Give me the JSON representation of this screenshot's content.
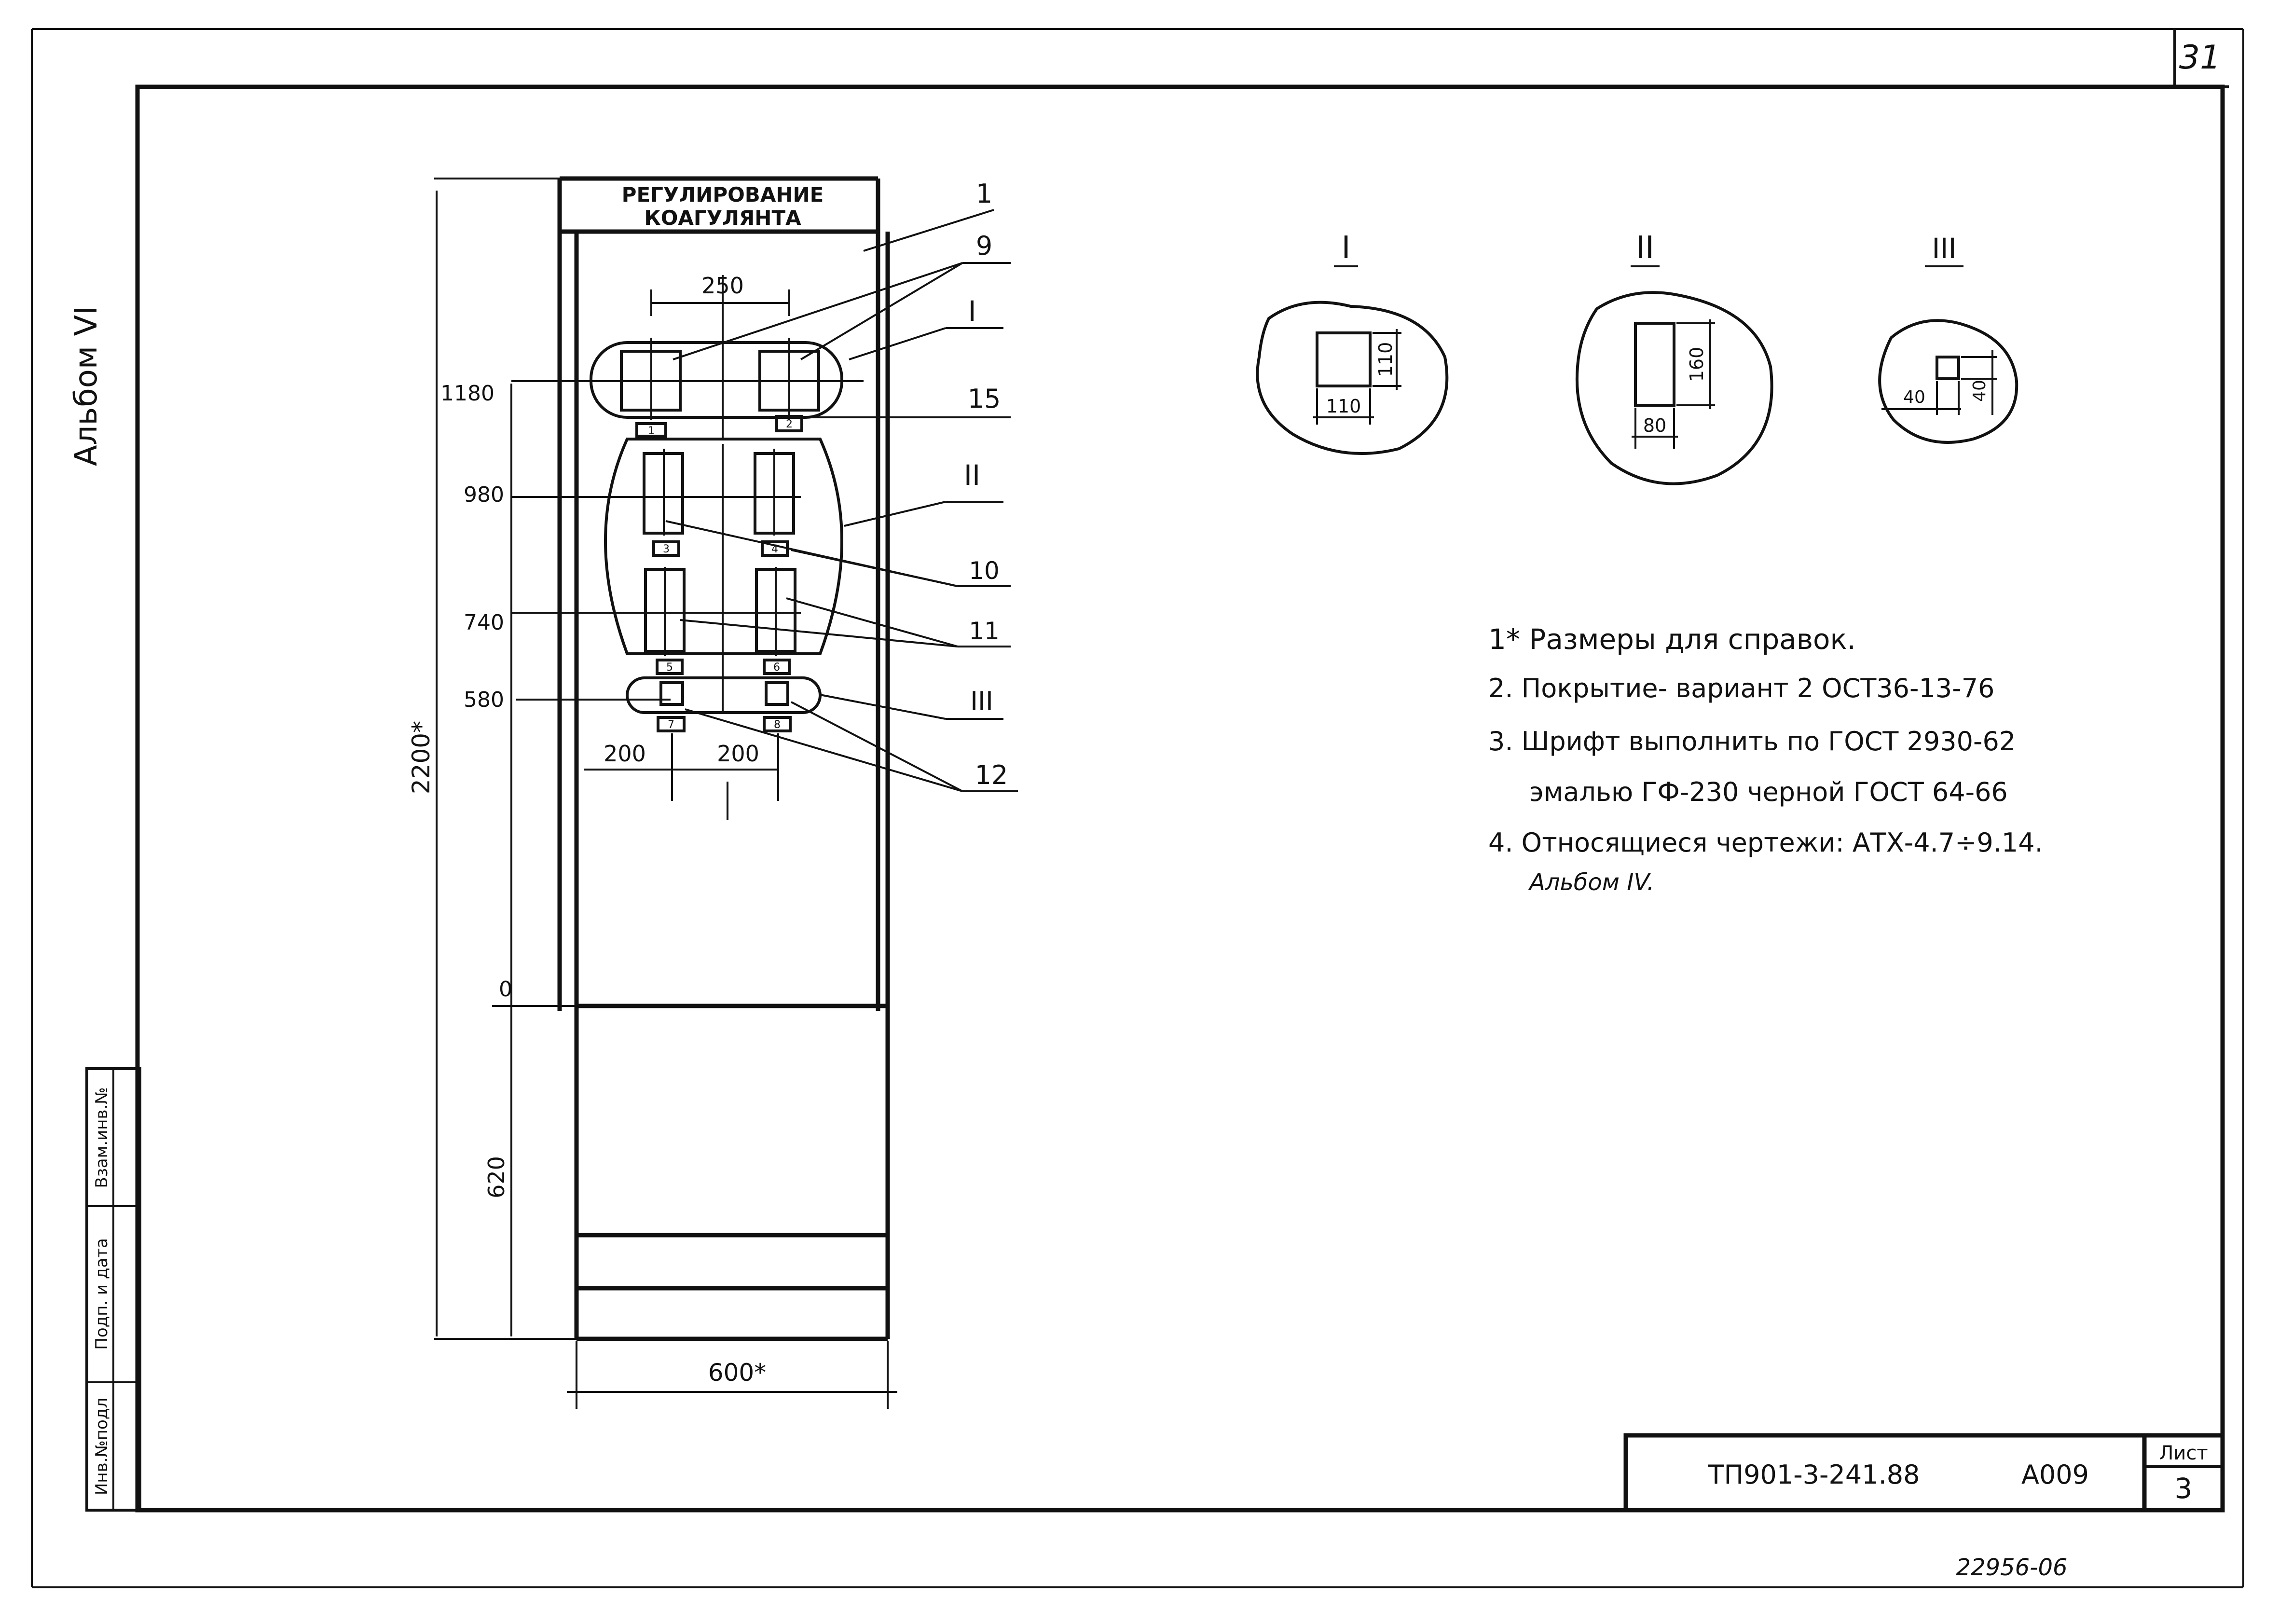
{
  "sheet": {
    "page_number": "31",
    "album_label": "Альбом VI",
    "bottom_code": "22956-06"
  },
  "side_stamp": {
    "inv_podl": "Инв.№подл",
    "podp_data": "Подп. и дата",
    "vzam_inv": "Взам.инв.№"
  },
  "title_block": {
    "document_code": "ТП901-3-241.88",
    "drawing_code": "А009",
    "sheet_label": "Лист",
    "sheet_number": "3"
  },
  "panel": {
    "header_line1": "РЕГУЛИРОВАНИЕ",
    "header_line2": "КОАГУЛЯНТА",
    "dim_width_top": "250",
    "dim_total_height": "2200*",
    "dim_width_bottom": "600*",
    "dim_left_200": "200",
    "dim_right_200": "200",
    "dim_620": "620",
    "levels": [
      "1180",
      "980",
      "740",
      "580",
      "0"
    ],
    "plate_labels": [
      "1",
      "2",
      "3",
      "4",
      "5",
      "6",
      "7",
      "8"
    ]
  },
  "callouts": [
    "1",
    "9",
    "I",
    "15",
    "II",
    "10",
    "11",
    "III",
    "12"
  ],
  "details": [
    {
      "title": "I",
      "dim_a": "110",
      "dim_b": "110"
    },
    {
      "title": "II",
      "dim_a": "160",
      "dim_b": "80"
    },
    {
      "title": "III",
      "dim_a": "40",
      "dim_b": "40"
    }
  ],
  "notes": [
    "1* Размеры для справок.",
    "2. Покрытие- вариант 2 ОСТ36-13-76",
    "3. Шрифт выполнить по ГОСТ 2930-62",
    "эмалью ГФ-230 черной ГОСТ 64-66",
    "4. Относящиеся чертежи: АТХ-4.7÷9.14.",
    "Альбом IV."
  ]
}
